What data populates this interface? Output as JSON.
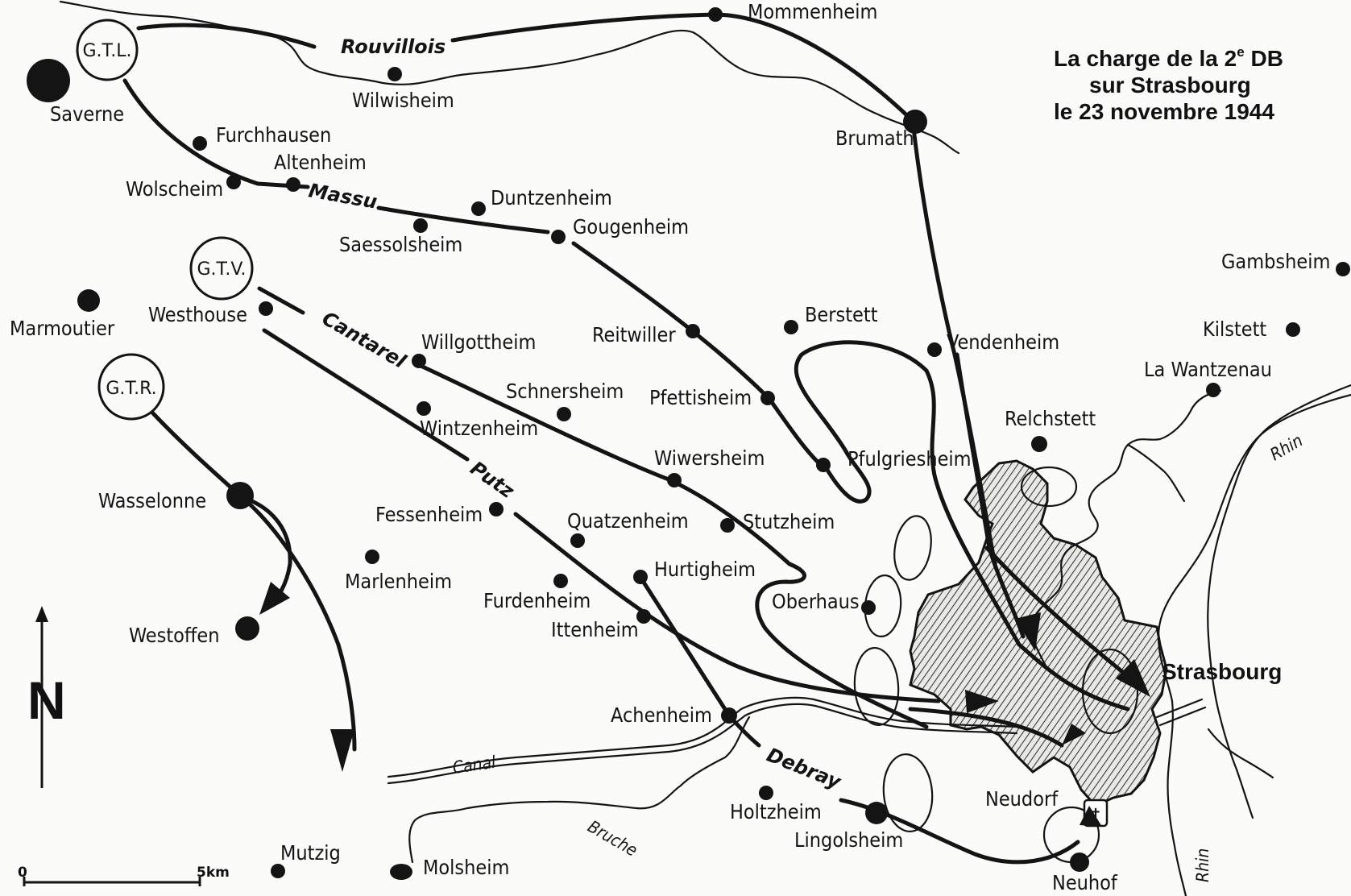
{
  "title": {
    "line1_main": "La charge de la 2",
    "line1_sup": "e",
    "line1_end": " DB",
    "line2": "sur Strasbourg",
    "line3": "le 23 novembre 1944"
  },
  "groups": {
    "gtl": "G.T.L.",
    "gtv": "G.T.V.",
    "gtr": "G.T.R."
  },
  "commanders": {
    "massu": "Massu",
    "cantarel": "Cantarel",
    "putz": "Putz",
    "debray": "Debray"
  },
  "places": {
    "mommenheim": "Mommenheim",
    "rouvillois": "Rouvillois",
    "saverne": "Saverne",
    "wilwisheim": "Wilwisheim",
    "brumath": "Brumath",
    "furchhausen": "Furchhausen",
    "altenheim": "Altenheim",
    "wolscheim": "Wolscheim",
    "duntzenheim": "Duntzenheim",
    "gougenheim": "Gougenheim",
    "saessolsheim": "Saessolsheim",
    "gambsheim": "Gambsheim",
    "marmoutier": "Marmoutier",
    "westhouse": "Westhouse",
    "berstett": "Berstett",
    "reitwiller": "Reitwiller",
    "willgottheim": "Willgottheim",
    "vendenheim": "Vendenheim",
    "kilstett": "Kilstett",
    "la_wantzenau": "La Wantzenau",
    "schnersheim": "Schnersheim",
    "pfettisheim": "Pfettisheim",
    "relchstett": "Relchstett",
    "wintzenheim": "Wintzenheim",
    "wiwersheim": "Wiwersheim",
    "pfulgriesheim": "Pfulgriesheim",
    "wasselonne": "Wasselonne",
    "fessenheim": "Fessenheim",
    "quatzenheim": "Quatzenheim",
    "stutzheim": "Stutzheim",
    "hurtigheim": "Hurtigheim",
    "marlenheim": "Marlenheim",
    "furdenheim": "Furdenheim",
    "oberhaus": "Oberhaus",
    "westoffen": "Westoffen",
    "ittenheim": "Ittenheim",
    "strasbourg": "Strasbourg",
    "achenheim": "Achenheim",
    "holtzheim": "Holtzheim",
    "neudorf": "Neudorf",
    "lingolsheim": "Lingolsheim",
    "mutzig": "Mutzig",
    "molsheim": "Molsheim",
    "neuhof": "Neuhof"
  },
  "waterways": {
    "canal": "Canal",
    "bruche": "Bruche",
    "rhin_upper": "Rhin",
    "rhin_lower": "Rhin"
  },
  "legend": {
    "north": "N",
    "scale_start": "0",
    "scale_end": "5km"
  },
  "symbols": {
    "cathedral": "✝"
  },
  "colors": {
    "ink": "#141414",
    "paper": "#fbfbfa"
  }
}
